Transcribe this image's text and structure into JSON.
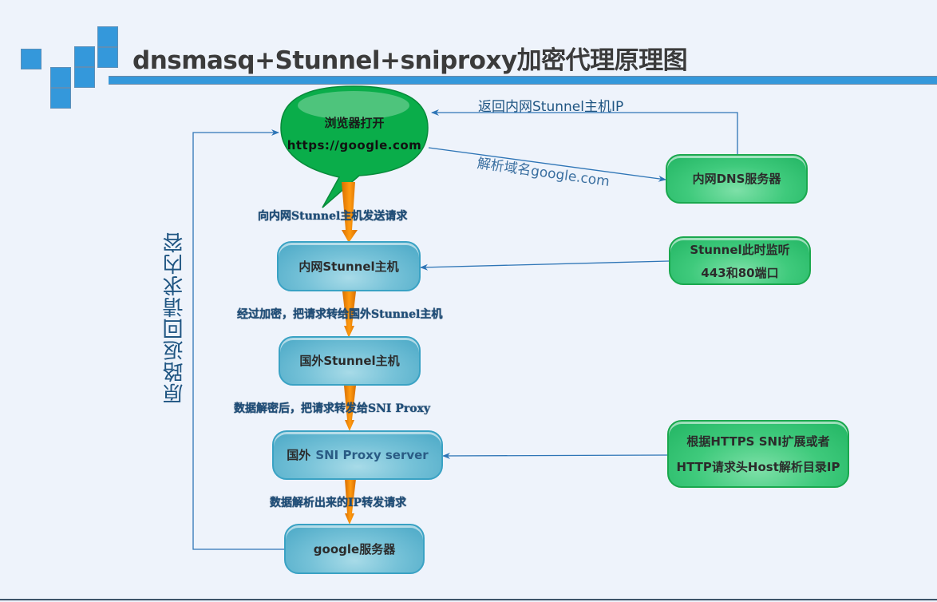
{
  "title": "dnsmasq+Stunnel+sniproxy加密代理原理图",
  "colors": {
    "accent_blue": "#3498db",
    "bubble_green": "#0aad4a",
    "node_blue": "#4aa8c6",
    "node_green": "#22b563",
    "arrow_orange": "#f08a00",
    "connector": "#2e75b6",
    "label_text": "#1f4e79"
  },
  "browser_bubble": {
    "line1": "浏览器打开",
    "line2": "https://google.com"
  },
  "nodes": [
    {
      "id": "inner-stunnel",
      "label": "内网Stunnel主机"
    },
    {
      "id": "outer-stunnel",
      "label": "国外Stunnel主机"
    },
    {
      "id": "sni-proxy",
      "label_prefix": "国外",
      "label_main": "SNI Proxy server"
    },
    {
      "id": "google-server",
      "label": "google服务器"
    }
  ],
  "side_nodes": [
    {
      "id": "dns-server",
      "lines": [
        "内网DNS服务器"
      ]
    },
    {
      "id": "stunnel-listen",
      "lines": [
        "Stunnel此时监听",
        "443和80端口"
      ]
    },
    {
      "id": "sni-parse",
      "lines": [
        "根据HTTPS SNI扩展或者",
        "HTTP请求头Host解析目录IP"
      ]
    }
  ],
  "flow_labels": [
    "向内网Stunnel主机发送请求",
    "经过加密，把请求转给国外Stunnel主机",
    "数据解密后，把请求转发给SNI Proxy",
    "数据解析出来的IP转发请求"
  ],
  "edge_labels": {
    "dns_return": "返回内网Stunnel主机IP",
    "dns_query": "解析域名google.com",
    "return_path": "原路返回请求内容"
  }
}
